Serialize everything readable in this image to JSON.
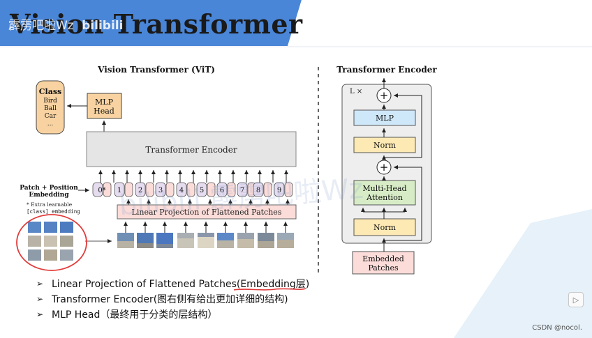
{
  "slide": {
    "title": "Vision Transformer",
    "watermark": "霹雳吧啦Wz",
    "watermark_logo": "bilibili",
    "watermark_center": "霹雳吧啦Wz",
    "watermark_logo_center": "bilibili"
  },
  "vit": {
    "heading": "Vision Transformer (ViT)",
    "class_box": {
      "title": "Class",
      "items": [
        "Bird",
        "Ball",
        "Car",
        "..."
      ]
    },
    "mlp_head": [
      "MLP",
      "Head"
    ],
    "encoder_label": "Transformer Encoder",
    "embedding_label": [
      "Patch + Position",
      "Embedding"
    ],
    "note_lines": [
      "* Extra learnable",
      "[class] embedding"
    ],
    "projection_label": "Linear Projection of Flattened Patches",
    "tokens": [
      "0*",
      "1",
      "2",
      "3",
      "4",
      "5",
      "6",
      "7",
      "8",
      "9"
    ]
  },
  "encoder_detail": {
    "heading": "Transformer Encoder",
    "repeat_label": "L ×",
    "plus_symbol": "+",
    "mlp_label": "MLP",
    "norm_label": "Norm",
    "attention_label": [
      "Multi-Head",
      "Attention"
    ],
    "embedded_label": [
      "Embedded",
      "Patches"
    ]
  },
  "bullets": [
    "Linear Projection of Flattened Patches(Embedding层)",
    "Transformer Encoder(图右侧有给出更加详细的结构)",
    "MLP Head（最终用于分类的层结构）"
  ],
  "footer": "CSDN @nocol.",
  "colors": {
    "banner_blue": "#4a86d8",
    "class_fill": "#f8d3a1",
    "mlp_head_fill": "#f8d3a1",
    "encoder_fill": "#e5e5e5",
    "token_fill": "#e6dcef",
    "projection_fill": "#fbdcd9",
    "detail_mlp_fill": "#cfe8f9",
    "detail_norm_fill": "#fde9b4",
    "detail_attention_fill": "#d7ecc6",
    "embedded_fill": "#fbdcd9",
    "annotation_red": "#e23b3b"
  },
  "icons": {
    "bullet": "triangle-right-icon",
    "corner": "play-square-icon"
  }
}
